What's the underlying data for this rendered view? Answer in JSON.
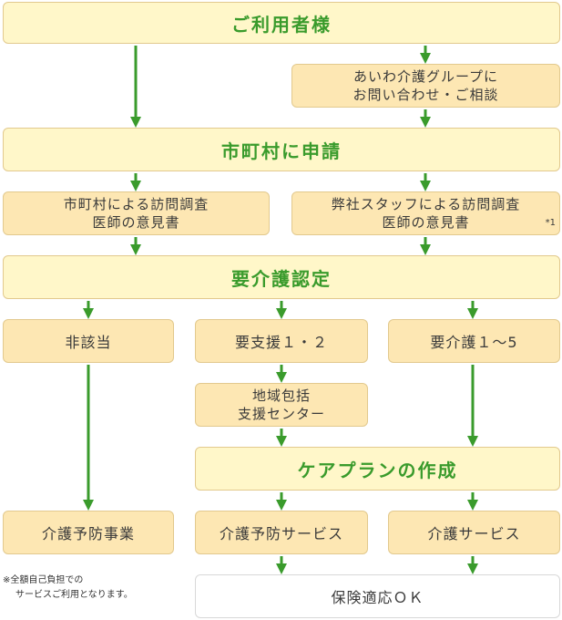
{
  "nodes": {
    "user": "ご利用者様",
    "consult_line1": "あいわ介護グループに",
    "consult_line2": "お問い合わせ・ご相談",
    "apply": "市町村に申請",
    "muni_survey_line1": "市町村による訪問調査",
    "muni_survey_line2": "医師の意見書",
    "staff_survey_line1": "弊社スタッフによる訪問調査",
    "staff_survey_line2": "医師の意見書",
    "staff_survey_note": "*1",
    "certification": "要介護認定",
    "not_applicable": "非該当",
    "support": "要支援１・２",
    "care": "要介護１～5",
    "center_line1": "地域包括",
    "center_line2": "支援センター",
    "care_plan": "ケアプランの作成",
    "prevention_project": "介護予防事業",
    "prevention_service": "介護予防サービス",
    "care_service": "介護サービス",
    "insurance_ok": "保険適応ＯＫ"
  },
  "footnote": {
    "line1": "※全額自己負担での",
    "line2": "サービスご利用となります。"
  },
  "colors": {
    "arrow": "#3a9b2c",
    "box_light": "#fff7c9",
    "box_medium": "#fde7b3",
    "accent_text": "#3a9b2c"
  }
}
